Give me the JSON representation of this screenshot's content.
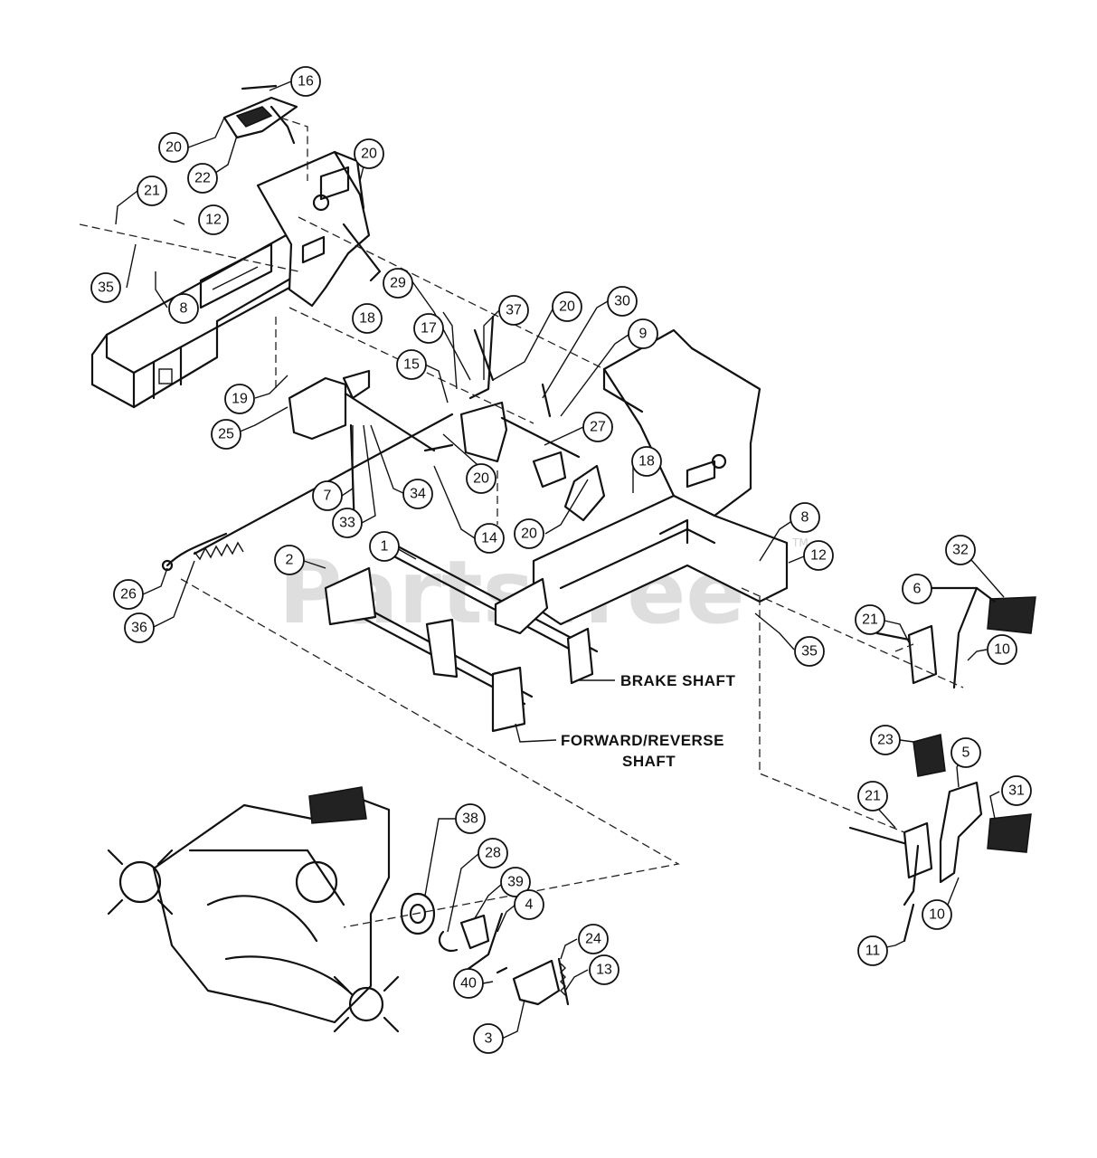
{
  "watermark": {
    "text": "PartsTree",
    "trademark": "TM"
  },
  "labels": {
    "brake_shaft": "BRAKE SHAFT",
    "forward_reverse_line1": "FORWARD/REVERSE",
    "forward_reverse_line2": "SHAFT"
  },
  "callouts": [
    "16",
    "20",
    "22",
    "20",
    "21",
    "12",
    "35",
    "8",
    "29",
    "18",
    "17",
    "37",
    "20",
    "30",
    "9",
    "15",
    "19",
    "25",
    "7",
    "34",
    "33",
    "20",
    "27",
    "18",
    "14",
    "20",
    "26",
    "36",
    "2",
    "1",
    "8",
    "12",
    "35",
    "32",
    "6",
    "21",
    "10",
    "23",
    "5",
    "21",
    "31",
    "10",
    "11",
    "38",
    "28",
    "39",
    "4",
    "24",
    "13",
    "40",
    "3"
  ]
}
